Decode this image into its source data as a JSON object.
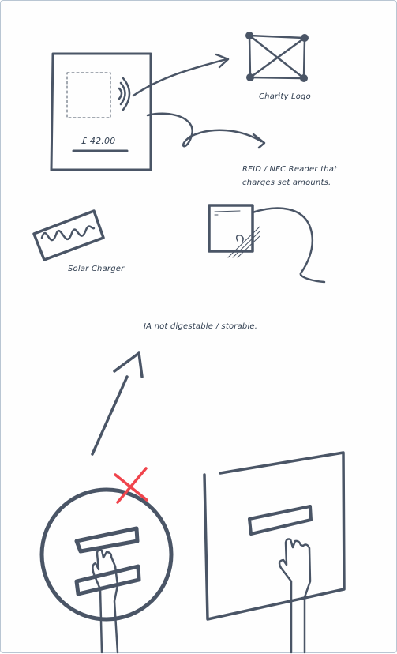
{
  "device": {
    "price": "£ 42.00"
  },
  "labels": {
    "charity_logo": "Charity Logo",
    "rfid_line1": "RFID / NFC Reader that",
    "rfid_line2": "charges set amounts.",
    "solar_charger": "Solar Charger",
    "ia_note": "IA not digestable / storable."
  },
  "colors": {
    "ink": "#4a5566",
    "cross": "#f0444c"
  }
}
